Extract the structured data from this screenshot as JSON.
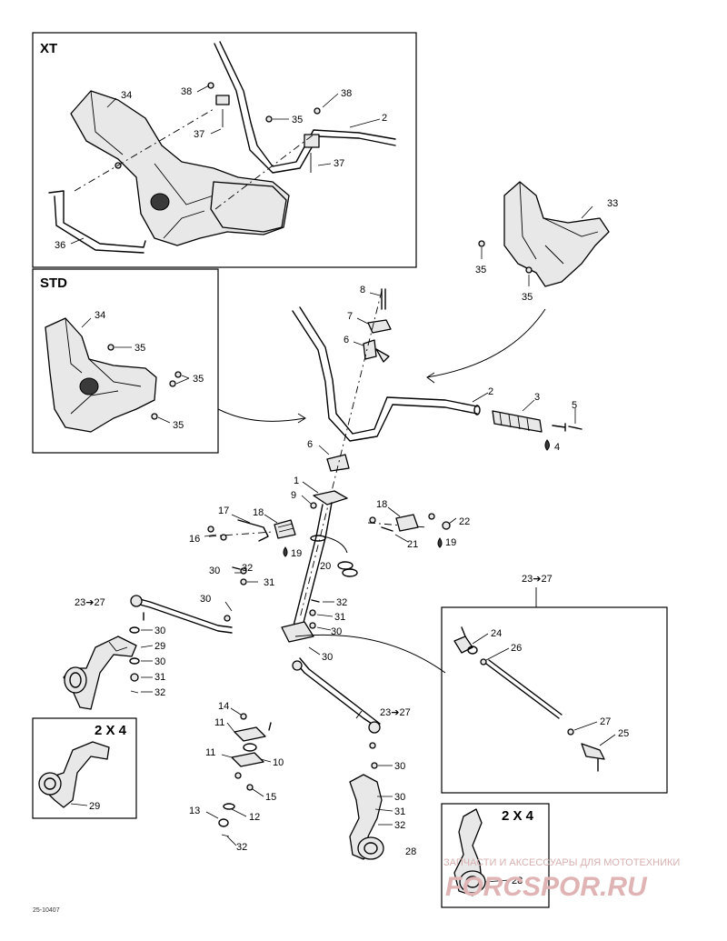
{
  "inset_titles": {
    "xt": "XT",
    "std": "STD",
    "two_by_four_left": "2 X 4",
    "two_by_four_right": "2 X 4",
    "tie_rod_group": "23➔27"
  },
  "xt_callouts": {
    "c34": "34",
    "c38a": "38",
    "c38b": "38",
    "c35": "35",
    "c2": "2",
    "c37a": "37",
    "c37b": "37",
    "c36": "36"
  },
  "std_callouts": {
    "c34": "34",
    "c35a": "35",
    "c35b": "35",
    "c35c": "35"
  },
  "bracket_callouts": {
    "c33": "33",
    "c35a": "35",
    "c35b": "35"
  },
  "main_callouts": {
    "c8": "8",
    "c7": "7",
    "c6a": "6",
    "c2": "2",
    "c3": "3",
    "c5": "5",
    "c4": "4",
    "c6b": "6",
    "c1": "1",
    "c9": "9",
    "c17": "17",
    "c18a": "18",
    "c18b": "18",
    "c22": "22",
    "c16": "16",
    "c21": "21",
    "c19a": "19",
    "c19b": "19",
    "c20": "20",
    "c32a": "32",
    "c30a": "30",
    "c31a": "31",
    "c23a": "23➔27",
    "c30b": "30",
    "c32b": "32",
    "c31b": "31",
    "c30c": "30",
    "c30d": "30",
    "c30e": "30",
    "c29a": "29",
    "c30f": "30",
    "c31c": "31",
    "c32c": "32",
    "c23b": "23➔27",
    "c14": "14",
    "c11a": "11",
    "c11b": "11",
    "c10": "10",
    "c15": "15",
    "c13": "13",
    "c12": "12",
    "c32d": "32",
    "c30g": "30",
    "c30h": "30",
    "c31d": "31",
    "c32e": "32",
    "c28a": "28"
  },
  "tie_rod_callouts": {
    "c24": "24",
    "c26": "26",
    "c27": "27",
    "c25": "25"
  },
  "two_by_four_callouts": {
    "c29": "29",
    "c28": "28"
  },
  "footer": {
    "drawing_ref": "25-10407"
  },
  "watermark": {
    "line1": "ЗАПЧАСТИ И АКСЕССУАРЫ ДЛЯ МОТОТЕХНИКИ",
    "line2": "FORCSPOR.RU"
  }
}
